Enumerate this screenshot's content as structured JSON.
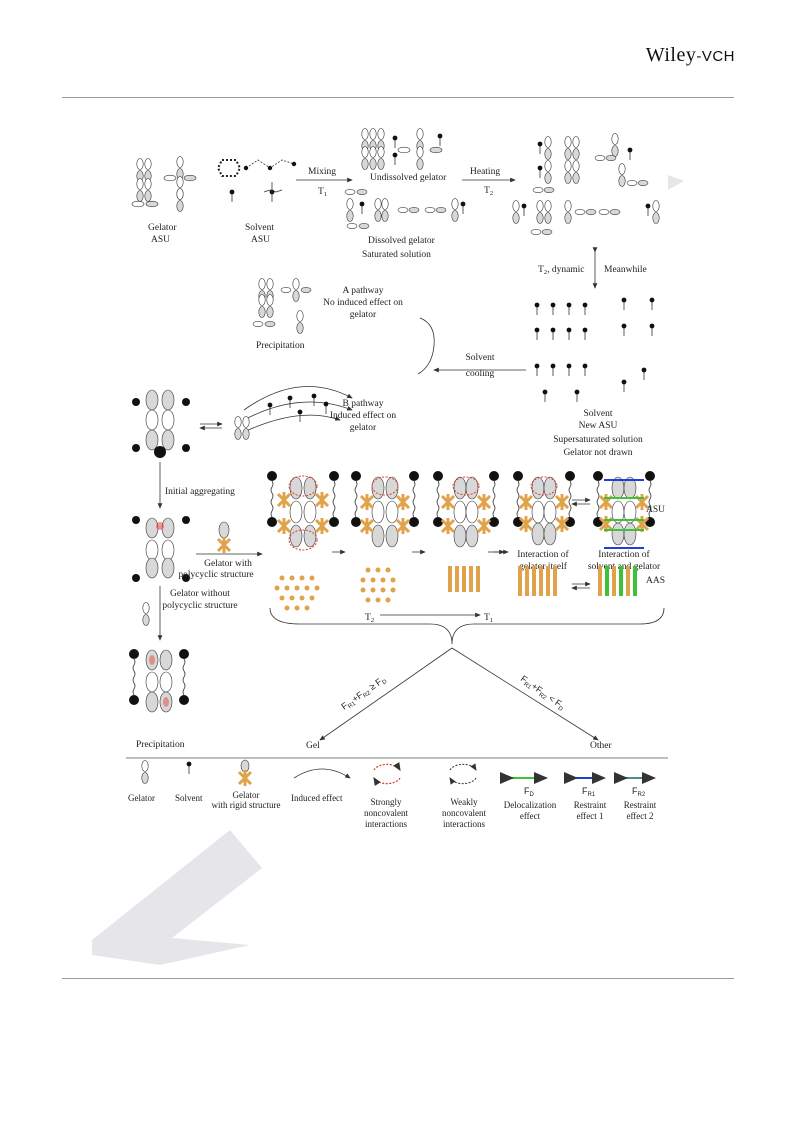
{
  "header": {
    "logo_main": "Wiley",
    "logo_sub": "-VCH"
  },
  "labels": {
    "gelator_asu": [
      "Gelator",
      "ASU"
    ],
    "solvent_asu": [
      "Solvent",
      "ASU"
    ],
    "mixing": "Mixing",
    "t1": "T",
    "t1_sub": "1",
    "undissolved": "Undissolved gelator",
    "dissolved": "Dissolved gelator",
    "saturated": "Saturated solution",
    "heating": "Heating",
    "t2": "T",
    "t2_sub": "2",
    "t2_dynamic": "T",
    "t2_dynamic_rest": ", dynamic",
    "meanwhile": "Meanwhile",
    "a_pathway": [
      "A pathway",
      "No induced effect on",
      "gelator"
    ],
    "precipitation_top": "Precipitation",
    "solvent_cooling": [
      "Solvent",
      "cooling"
    ],
    "b_pathway": [
      "B pathway",
      "Induced effect on",
      "gelator"
    ],
    "solvent_new_asu": [
      "Solvent",
      "New ASU"
    ],
    "supersaturated": [
      "Supersaturated solution",
      "Gelator not drawn"
    ],
    "initial_aggregating": "Initial aggregating",
    "gelator_with_poly": [
      "Gelator with",
      "polycyclic structure"
    ],
    "gelator_without_poly": [
      "Gelator without",
      "polycyclic structure"
    ],
    "interaction_itself": [
      "Interaction of",
      "gelator itself"
    ],
    "interaction_solvent": [
      "Interaction of",
      "solvent and gelator"
    ],
    "asu": "ASU",
    "aas": "AAS",
    "t2_bottom": "T",
    "t1_bottom": "T",
    "cond_gel": "F",
    "cond_other": "F",
    "precipitation_bottom": "Precipitation",
    "gel": "Gel",
    "other": "Other"
  },
  "legend": [
    {
      "name": "gelator",
      "lines": [
        "Gelator"
      ]
    },
    {
      "name": "solvent",
      "lines": [
        "Solvent"
      ]
    },
    {
      "name": "gelator-rigid",
      "lines": [
        "Gelator",
        "with rigid structure"
      ]
    },
    {
      "name": "induced-effect",
      "lines": [
        "Induced effect"
      ]
    },
    {
      "name": "strong-noncovalent",
      "lines": [
        "Strongly",
        "noncovalent",
        "interactions"
      ]
    },
    {
      "name": "weak-noncovalent",
      "lines": [
        "Weakly",
        "noncovalent",
        "interactions"
      ]
    },
    {
      "name": "fd",
      "lines": [
        "Delocalization",
        "effect"
      ],
      "sym": "F",
      "sub": "D"
    },
    {
      "name": "fr1",
      "lines": [
        "Restraint",
        "effect 1"
      ],
      "sym": "F",
      "sub": "R1"
    },
    {
      "name": "fr2",
      "lines": [
        "Restraint",
        "effect 2"
      ],
      "sym": "F",
      "sub": "R2"
    }
  ],
  "colors": {
    "rigid": "#e0a24a",
    "strong": "#e23a2a",
    "fd": "#3fc23a",
    "fr1": "#1e3fd8",
    "fr2": "#4a8f8f",
    "watermark": "#e6e6ea"
  }
}
